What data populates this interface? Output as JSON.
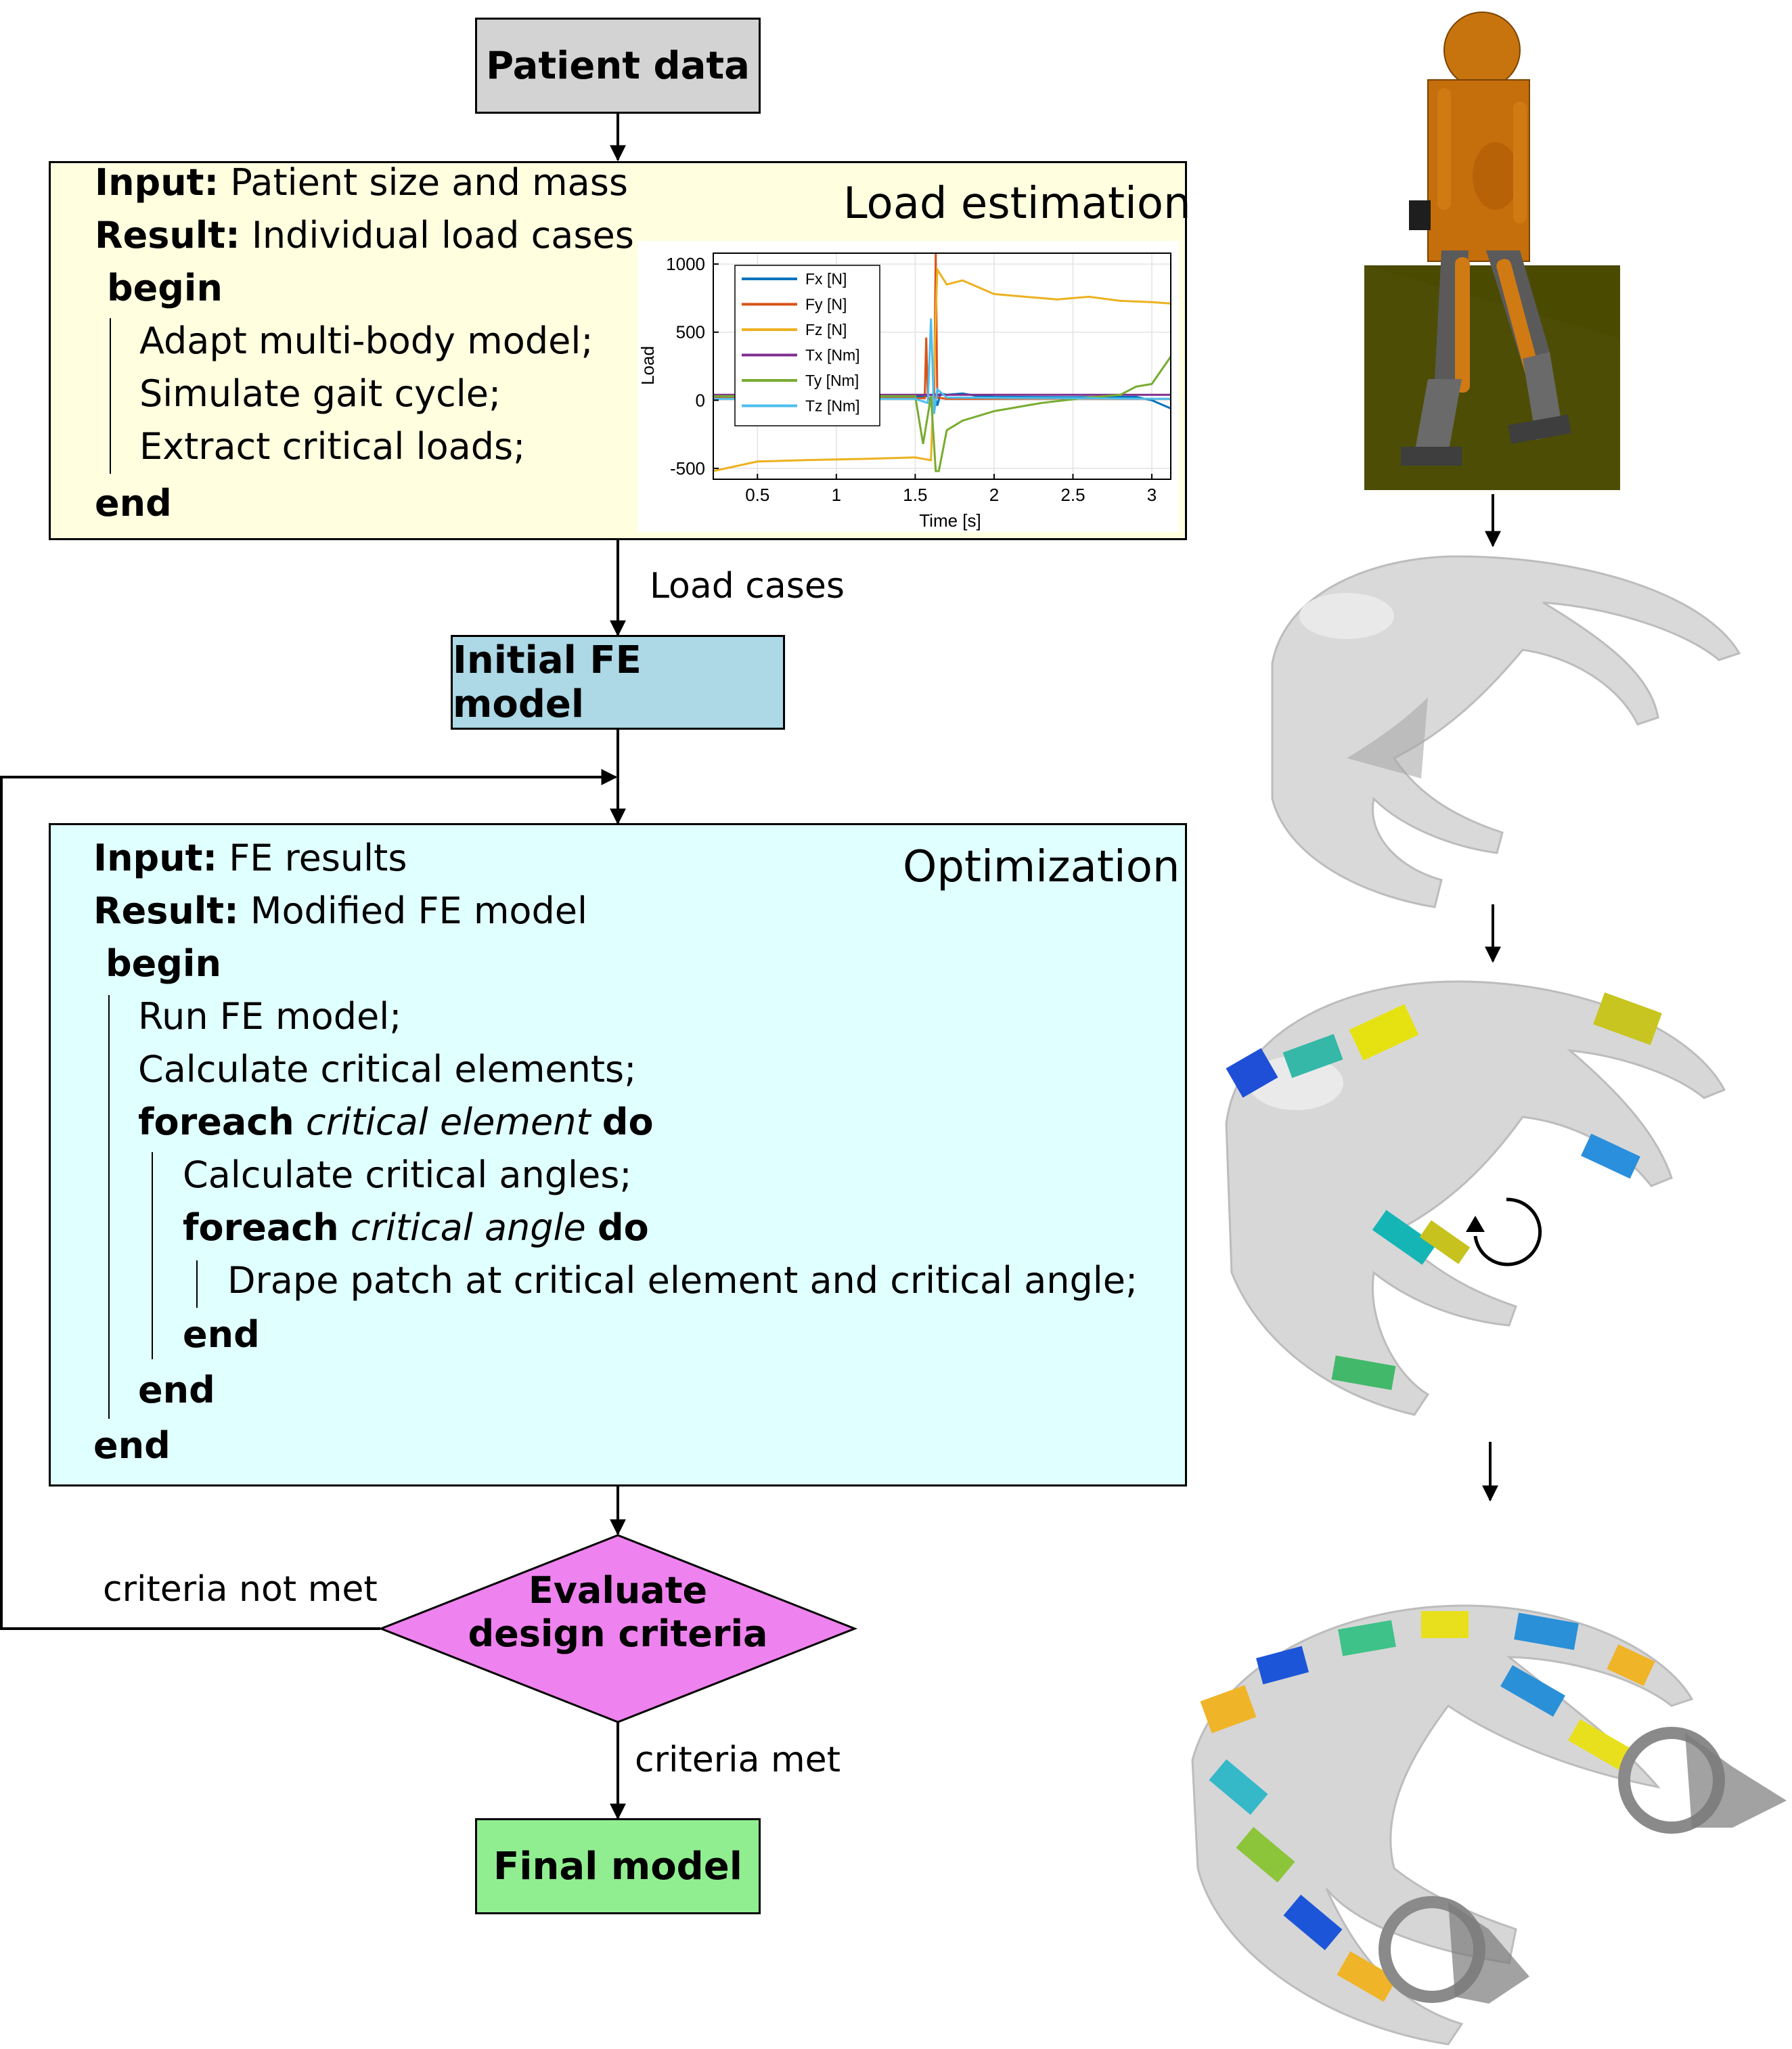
{
  "nodes": {
    "patient_data": "Patient data",
    "initial_fe_model": "Initial FE model",
    "final_model": "Final model",
    "evaluate_line1": "Evaluate",
    "evaluate_line2": "design criteria"
  },
  "colors": {
    "patient_data": "#d3d3d3",
    "load_box": "#ffffe0",
    "initial_fe": "#add8e6",
    "optimization_box": "#e0ffff",
    "evaluate": "#ee82ee",
    "final": "#90ee90"
  },
  "load_estimation": {
    "title": "Load estimation",
    "input_kw": "Input:",
    "input_text": "Patient size and mass",
    "result_kw": "Result:",
    "result_text": "Individual load cases",
    "begin": "begin",
    "steps": [
      "Adapt multi-body model;",
      "Simulate gait cycle;",
      "Extract critical loads;"
    ],
    "end": "end"
  },
  "optimization": {
    "title": "Optimization",
    "input_kw": "Input:",
    "input_text": "FE results",
    "result_kw": "Result:",
    "result_text": "Modified FE model",
    "begin": "begin",
    "step1": "Run FE model;",
    "step2": "Calculate critical elements;",
    "foreach_kw": "foreach",
    "foreach1_var": "critical element",
    "do_kw": "do",
    "step3": "Calculate critical angles;",
    "foreach2_var": "critical angle",
    "step4": "Drape patch at critical element and critical angle;",
    "end": "end"
  },
  "edge_labels": {
    "load_cases": "Load cases",
    "criteria_not_met": "criteria not met",
    "criteria_met": "criteria met"
  },
  "chart_data": {
    "type": "line",
    "xlabel": "Time [s]",
    "ylabel": "Load",
    "xlim": [
      0.22,
      3.12
    ],
    "ylim": [
      -580,
      1080
    ],
    "xticks": [
      0.5,
      1,
      1.5,
      2,
      2.5,
      3
    ],
    "xtick_labels": [
      "0.5",
      "1",
      "1.5",
      "2",
      "2.5",
      "3"
    ],
    "yticks": [
      -500,
      0,
      500,
      1000
    ],
    "ytick_labels": [
      "-500",
      "0",
      "500",
      "1000"
    ],
    "grid": true,
    "legend_position": "top-left",
    "series": [
      {
        "name": "Fx [N]",
        "color": "#0072bd",
        "points": [
          [
            0.22,
            20
          ],
          [
            0.8,
            20
          ],
          [
            1.3,
            22
          ],
          [
            1.5,
            25
          ],
          [
            1.58,
            30
          ],
          [
            1.6,
            -10
          ],
          [
            1.62,
            60
          ],
          [
            1.64,
            -40
          ],
          [
            1.66,
            50
          ],
          [
            1.7,
            40
          ],
          [
            1.8,
            50
          ],
          [
            1.9,
            30
          ],
          [
            2.0,
            25
          ],
          [
            2.5,
            22
          ],
          [
            2.9,
            25
          ],
          [
            3.0,
            0
          ],
          [
            3.12,
            -60
          ]
        ]
      },
      {
        "name": "Fy [N]",
        "color": "#d95319",
        "points": [
          [
            0.22,
            15
          ],
          [
            1.56,
            15
          ],
          [
            1.57,
            460
          ],
          [
            1.58,
            15
          ],
          [
            1.62,
            15
          ],
          [
            1.63,
            1080
          ],
          [
            1.64,
            20
          ],
          [
            1.7,
            10
          ],
          [
            2.5,
            12
          ],
          [
            3.12,
            10
          ]
        ]
      },
      {
        "name": "Fz [N]",
        "color": "#edb120",
        "points": [
          [
            0.22,
            -520
          ],
          [
            0.3,
            -500
          ],
          [
            0.5,
            -450
          ],
          [
            0.8,
            -440
          ],
          [
            1.2,
            -430
          ],
          [
            1.5,
            -420
          ],
          [
            1.6,
            -440
          ],
          [
            1.64,
            960
          ],
          [
            1.7,
            850
          ],
          [
            1.8,
            880
          ],
          [
            2.0,
            780
          ],
          [
            2.4,
            740
          ],
          [
            2.6,
            760
          ],
          [
            2.8,
            730
          ],
          [
            3.0,
            720
          ],
          [
            3.12,
            710
          ]
        ]
      },
      {
        "name": "Tx [Nm]",
        "color": "#7e2f8e",
        "points": [
          [
            0.22,
            40
          ],
          [
            3.12,
            40
          ]
        ]
      },
      {
        "name": "Ty [Nm]",
        "color": "#77ac30",
        "points": [
          [
            0.22,
            30
          ],
          [
            1.5,
            30
          ],
          [
            1.55,
            -320
          ],
          [
            1.6,
            30
          ],
          [
            1.63,
            -520
          ],
          [
            1.65,
            -520
          ],
          [
            1.7,
            -220
          ],
          [
            1.8,
            -150
          ],
          [
            2.0,
            -80
          ],
          [
            2.3,
            -20
          ],
          [
            2.6,
            20
          ],
          [
            2.8,
            40
          ],
          [
            2.9,
            100
          ],
          [
            3.0,
            120
          ],
          [
            3.12,
            320
          ]
        ]
      },
      {
        "name": "Tz [Nm]",
        "color": "#4dbeee",
        "points": [
          [
            0.22,
            10
          ],
          [
            1.5,
            10
          ],
          [
            1.58,
            -20
          ],
          [
            1.6,
            600
          ],
          [
            1.62,
            -100
          ],
          [
            1.64,
            80
          ],
          [
            1.7,
            20
          ],
          [
            2.5,
            15
          ],
          [
            3.12,
            10
          ]
        ]
      }
    ]
  },
  "icons": {
    "humanoid": "walking-robot-render-icon",
    "orthosis_plain": "orthosis-shell-icon",
    "orthosis_patches": "orthosis-patches-icon",
    "rotate": "rotate-arrow-icon",
    "orthosis_final": "orthosis-final-icon"
  }
}
